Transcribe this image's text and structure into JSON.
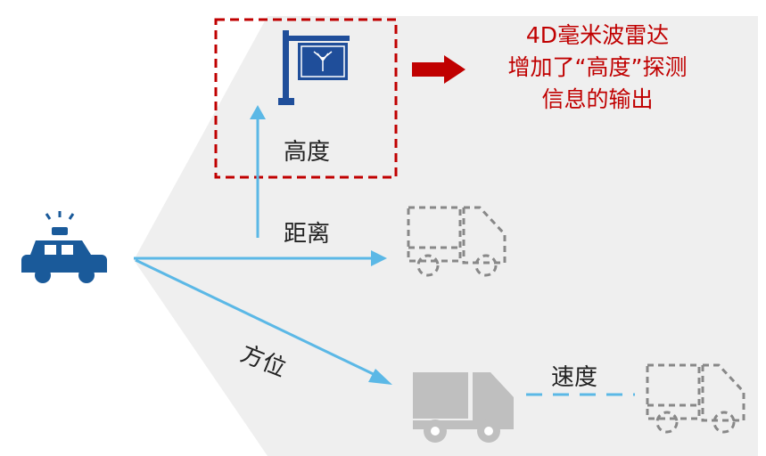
{
  "labels": {
    "height": "高度",
    "distance": "距离",
    "azimuth": "方位",
    "speed": "速度"
  },
  "callout": {
    "line1": "4D毫米波雷达",
    "line2": "增加了“高度”探测",
    "line3": "信息的输出"
  },
  "colors": {
    "arrow": "#5bb8e6",
    "highlight": "#c00000",
    "icon_blue": "#1f4e9a",
    "truck_gray": "#bfbfbf"
  }
}
